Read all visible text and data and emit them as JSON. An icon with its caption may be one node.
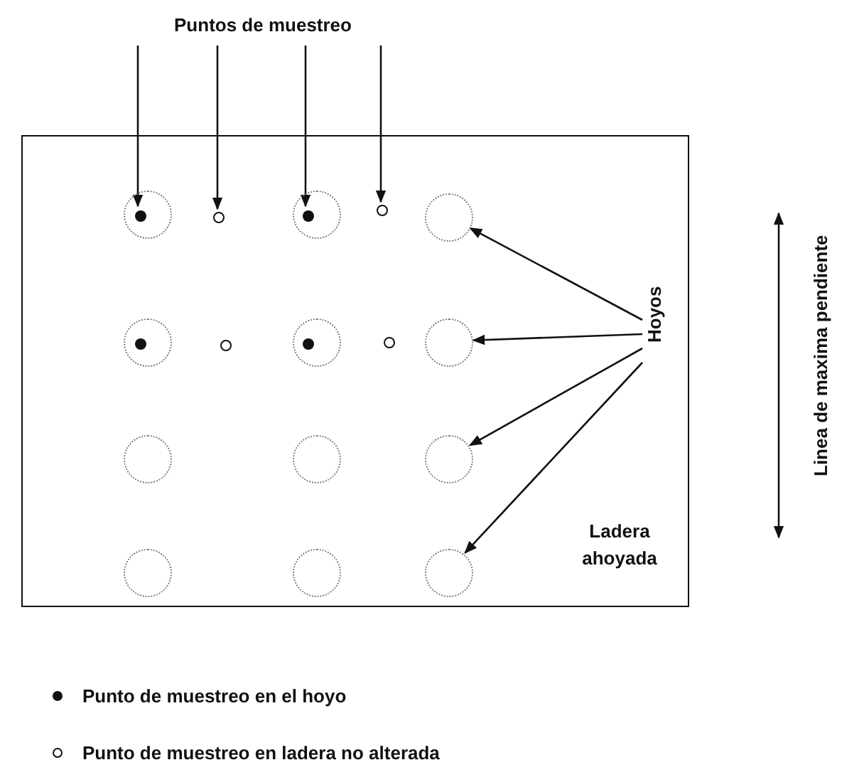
{
  "diagram": {
    "nodes": [
      {
        "text": [
          "Puntos de muestreo"
        ]
      },
      {
        "text": [
          "Ladera ahoyada"
        ]
      },
      {
        "text": [],
        "shape": "circle",
        "in": 1
      },
      {
        "text": [],
        "shape": "dot",
        "in": 2
      },
      {
        "text": [],
        "shape": "ring",
        "in": 1
      },
      {
        "text": [],
        "shape": "circle",
        "in": 1
      },
      {
        "text": [],
        "shape": "dot",
        "in": 5
      },
      {
        "text": [],
        "shape": "ring",
        "in": 1
      },
      {
        "text": [],
        "shape": "circle",
        "in": 1
      },
      {
        "text": [],
        "shape": "circle",
        "in": 1
      },
      {
        "text": [],
        "shape": "dot",
        "in": 9
      },
      {
        "text": [],
        "shape": "ring",
        "in": 1
      },
      {
        "text": [],
        "shape": "circle",
        "in": 1
      },
      {
        "text": [],
        "shape": "dot",
        "in": 12
      },
      {
        "text": [],
        "shape": "ring",
        "in": 1
      },
      {
        "text": [],
        "shape": "circle",
        "in": 1
      },
      {
        "text": [
          "Hoyos"
        ],
        "in": 1
      },
      {
        "text": [],
        "shape": "circle",
        "in": 1
      },
      {
        "text": [],
        "shape": "circle",
        "in": 1
      },
      {
        "text": [],
        "shape": "circle",
        "in": 1
      },
      {
        "text": [],
        "shape": "circle",
        "in": 1
      },
      {
        "text": [],
        "shape": "circle",
        "in": 1
      },
      {
        "text": [],
        "shape": "circle",
        "in": 1
      }
    ],
    "edges": [
      {
        "from": 0,
        "to": 3,
        "arrow": "to"
      },
      {
        "from": 0,
        "to": 4,
        "arrow": "to"
      },
      {
        "from": 0,
        "to": 6,
        "arrow": "to"
      },
      {
        "from": 0,
        "to": 7,
        "arrow": "to"
      },
      {
        "from": 16,
        "to": 8,
        "arrow": "to"
      },
      {
        "from": 16,
        "to": 15,
        "arrow": "to"
      },
      {
        "from": 16,
        "to": 19,
        "arrow": "to"
      },
      {
        "from": 16,
        "to": 22,
        "arrow": "to"
      }
    ],
    "labels": [
      "Linea de maxima pendiente"
    ],
    "legend": [
      {
        "text": "Punto de muestreo en el hoyo"
      },
      {
        "text": "Punto de muestreo en ladera no alterada"
      }
    ]
  }
}
